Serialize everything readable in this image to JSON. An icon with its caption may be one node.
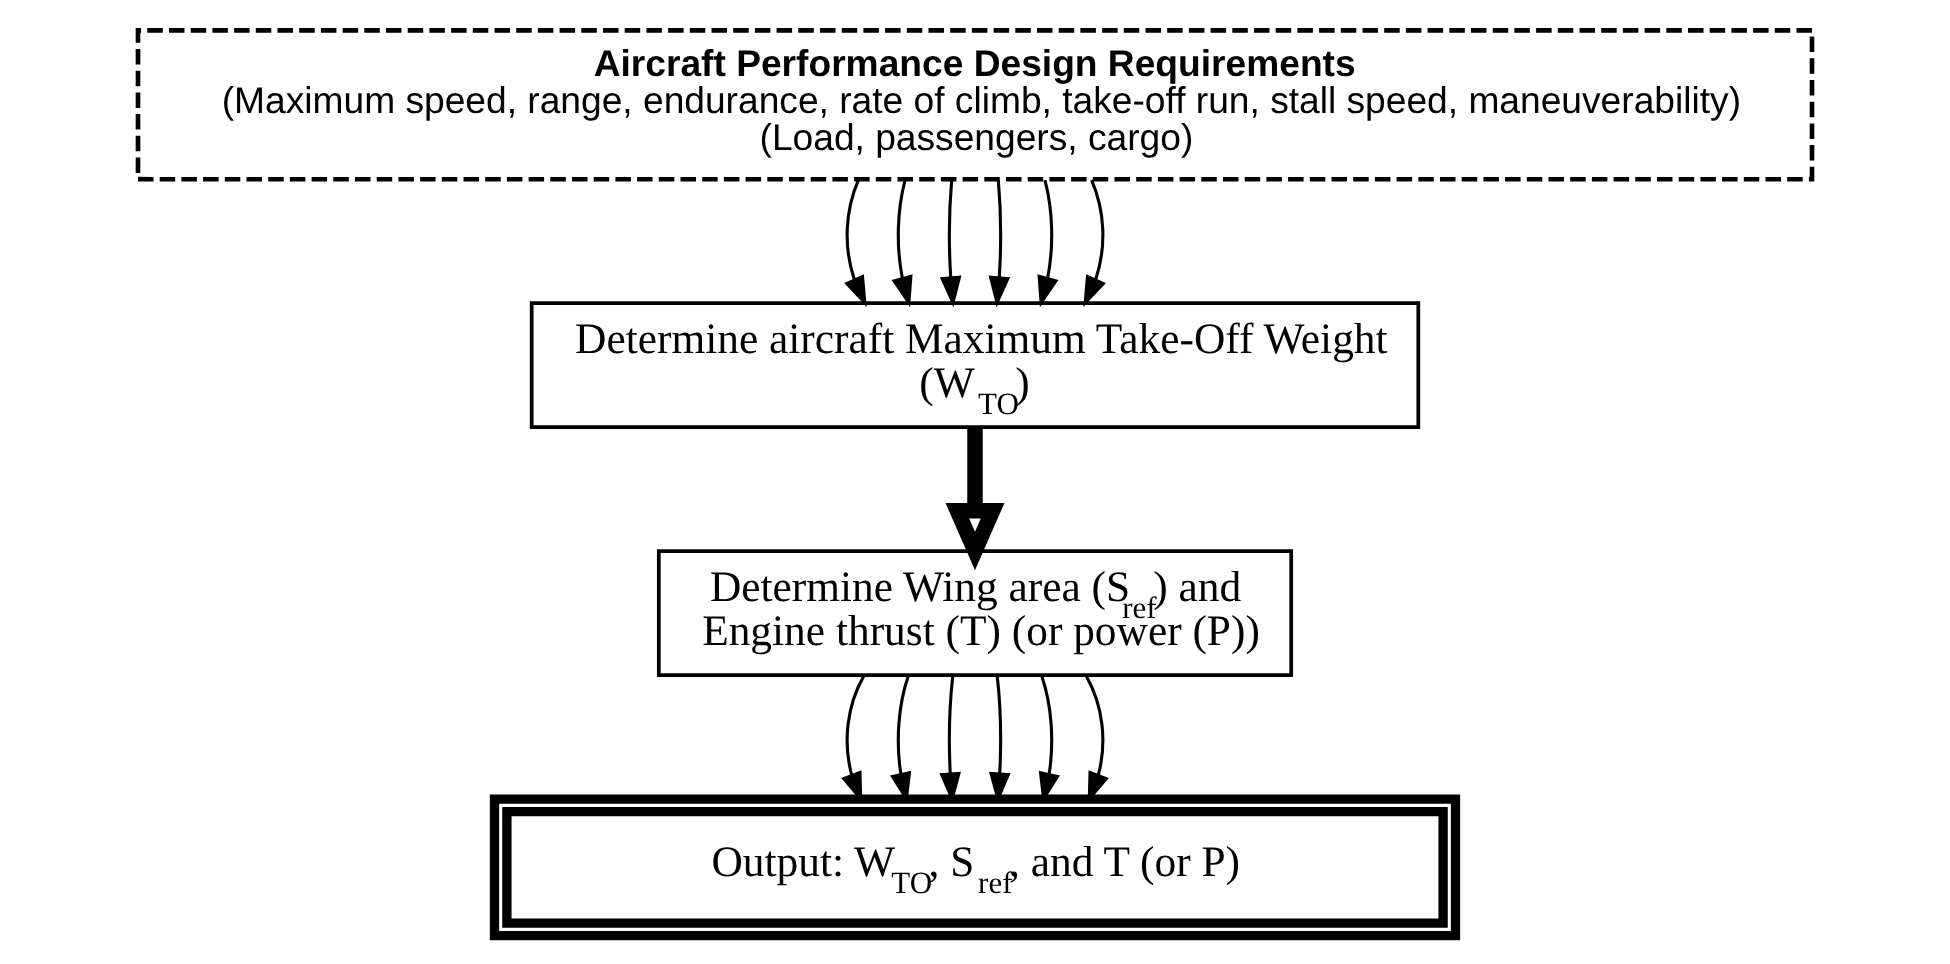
{
  "diagram": {
    "nodes": [
      {
        "text": [
          "Aircraft Performance Design Requirements",
          "(Maximum speed, range, endurance, rate of climb, take-off run, stall speed, maneuverability)",
          "(Load, passengers, cargo)"
        ]
      },
      {
        "text": [
          "Determine aircraft Maximum Take-Off Weight (W$_{TO}$)"
        ]
      },
      {
        "text": [
          "Determine Wing area (S$_{ref}$) and Engine thrust (T) (or power (P))"
        ]
      },
      {
        "text": [
          "Output: W$_{TO}$, S$_{ref}$, and T (or P)"
        ]
      }
    ],
    "edges": [
      {
        "from": 0,
        "to": 1,
        "arrow": "to"
      },
      {
        "from": 0,
        "to": 1,
        "arrow": "to"
      },
      {
        "from": 0,
        "to": 1,
        "arrow": "to"
      },
      {
        "from": 0,
        "to": 1,
        "arrow": "to"
      },
      {
        "from": 0,
        "to": 1,
        "arrow": "to"
      },
      {
        "from": 0,
        "to": 1,
        "arrow": "to"
      },
      {
        "from": 1,
        "to": 2,
        "arrow": "to",
        "style": "thick"
      },
      {
        "from": 2,
        "to": 3,
        "arrow": "to"
      },
      {
        "from": 2,
        "to": 3,
        "arrow": "to"
      },
      {
        "from": 2,
        "to": 3,
        "arrow": "to"
      },
      {
        "from": 2,
        "to": 3,
        "arrow": "to"
      },
      {
        "from": 2,
        "to": 3,
        "arrow": "to"
      },
      {
        "from": 2,
        "to": 3,
        "arrow": "to"
      }
    ]
  }
}
